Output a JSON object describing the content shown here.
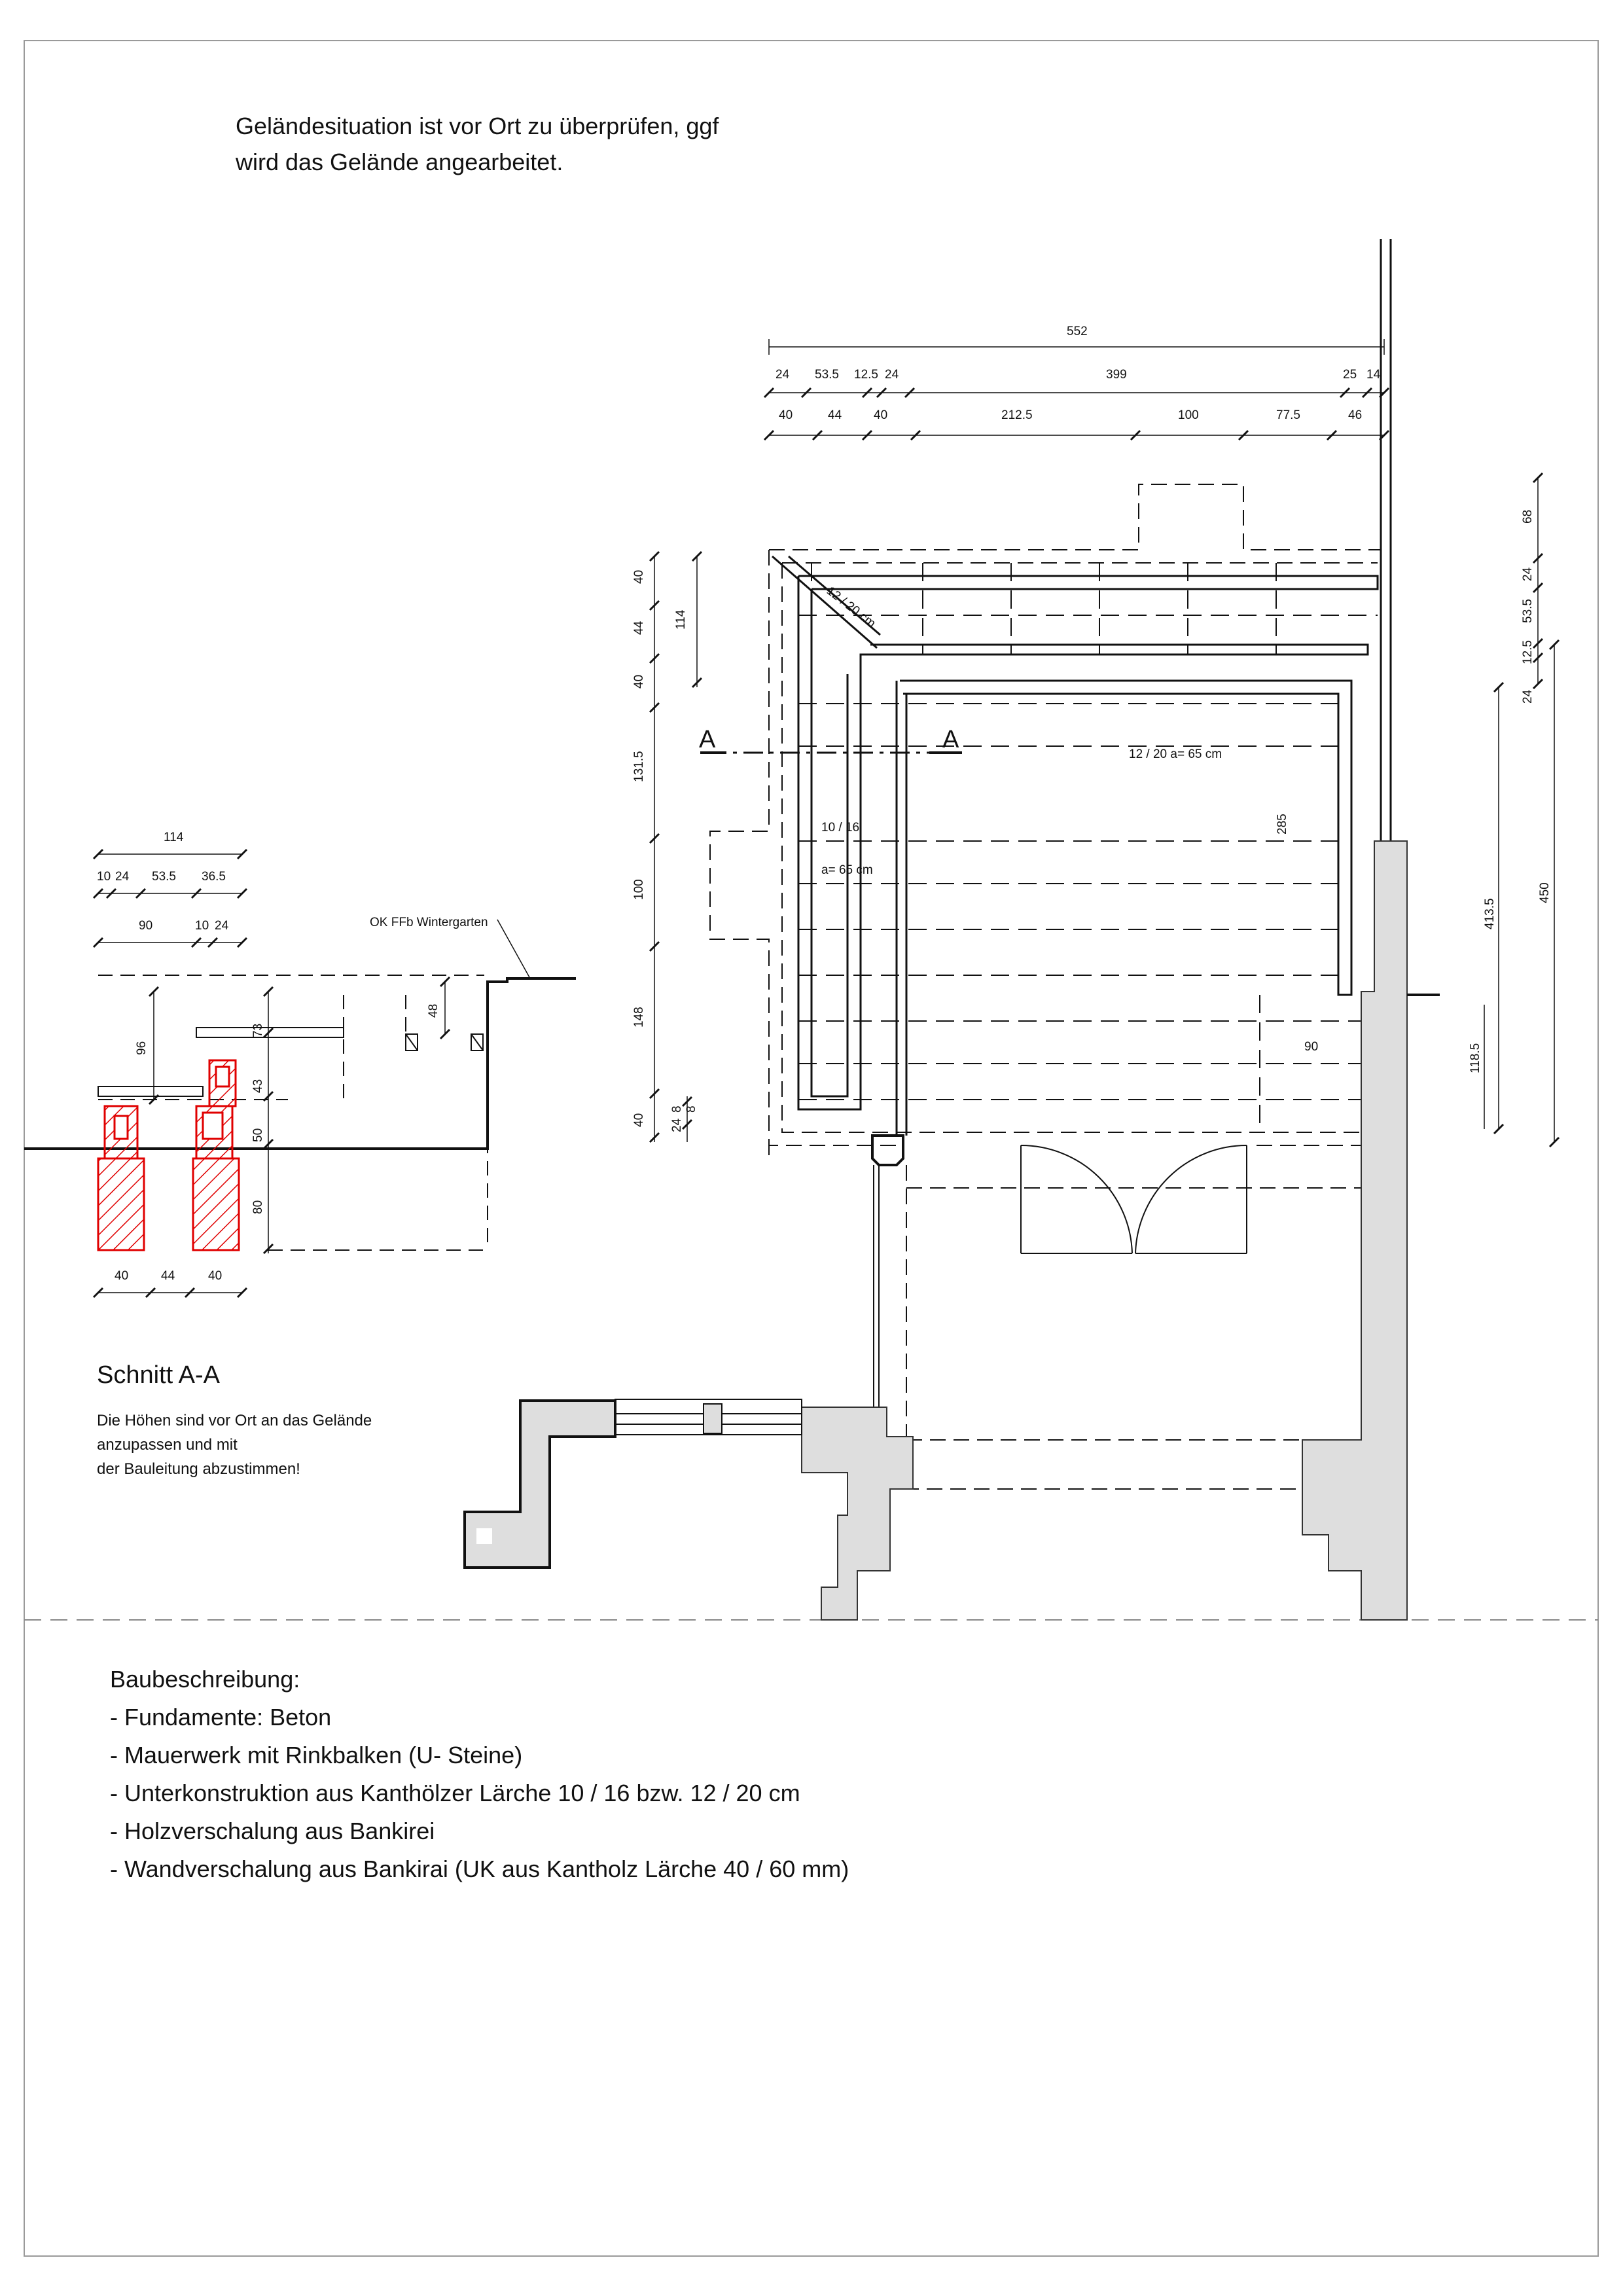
{
  "top_note": {
    "line1": "Geländesituation ist vor Ort zu überprüfen, ggf",
    "line2": "wird das Gelände angearbeitet."
  },
  "plan": {
    "section_marker": "A",
    "dims_top": {
      "total": "552",
      "row1": [
        "24",
        "53.5",
        "12.5",
        "24",
        "399",
        "25",
        "14"
      ],
      "row2": [
        "40",
        "44",
        "40",
        "212.5",
        "100",
        "77.5",
        "46"
      ]
    },
    "dims_left": {
      "col1": [
        "40",
        "44",
        "40",
        "131.5",
        "100",
        "148",
        "40",
        "8",
        "24",
        "8"
      ],
      "col2": "114"
    },
    "dims_right": {
      "col1": [
        "68",
        "24",
        "53.5",
        "12.5",
        "24"
      ],
      "col2": "413.5",
      "col3": "450",
      "bottom": "118.5"
    },
    "labels": {
      "diagonal_beam": "12 / 20 cm",
      "beam_spacing_top": "12 / 20 a= 65 cm",
      "beam_left_size": "10 / 16",
      "beam_left_spacing": "a= 65 cm",
      "inner_height": "285",
      "inner_width": "90"
    }
  },
  "section": {
    "title": "Schnitt A-A",
    "note": [
      "Die Höhen sind vor Ort an das Gelände",
      "anzupassen und mit",
      "der Bauleitung abzustimmen!"
    ],
    "floor_label": "OK FFb Wintergarten",
    "dims_top": {
      "total": "114",
      "row1": [
        "10",
        "24",
        "53.5",
        "36.5"
      ],
      "row2": [
        "90",
        "10",
        "24"
      ]
    },
    "dims_bottom": [
      "40",
      "44",
      "40"
    ],
    "dims_vertical": [
      "96",
      "73",
      "48",
      "43",
      "50",
      "80"
    ]
  },
  "description": {
    "title": "Baubeschreibung:",
    "items": [
      "- Fundamente: Beton",
      "- Mauerwerk mit Rinkbalken (U- Steine)",
      "- Unterkonstruktion aus Kanthölzer Lärche 10 / 16 bzw. 12 / 20 cm",
      "- Holzverschalung aus Bankirei",
      "- Wandverschalung aus Bankirai (UK aus Kantholz Lärche 40 / 60 mm)"
    ]
  },
  "colors": {
    "foundation": "#e00000",
    "wall_fill": "#dedede",
    "line": "#111111"
  }
}
